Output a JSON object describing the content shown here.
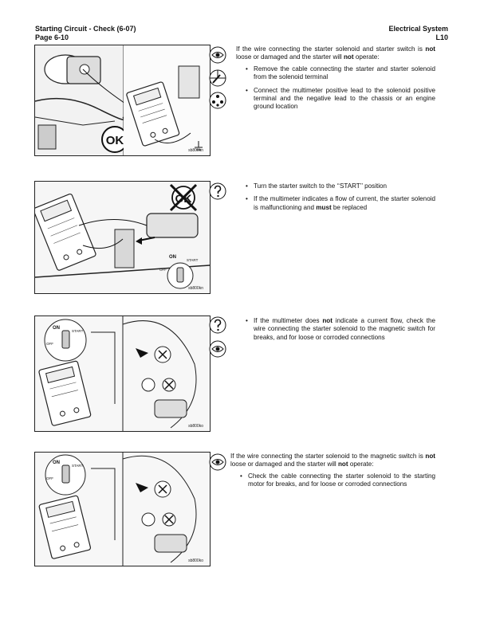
{
  "header": {
    "left_title": "Starting Circuit - Check (6-07)",
    "left_page": "Page 6-10",
    "right_title": "Electrical System",
    "right_code": "L10"
  },
  "icons": {
    "inspect": "eye-icon",
    "remove": "wrench-icon",
    "connect": "multimeter-icon",
    "question": "question-mark-icon"
  },
  "sections": [
    {
      "figure_code": "sb800kn",
      "figure_badge": "OK",
      "intro_parts": [
        "If the wire connecting the starter solenoid and starter switch is ",
        "not",
        " loose or damaged and the starter will ",
        "not",
        " operate:"
      ],
      "bullets": [
        {
          "parts": [
            "Remove the cable connecting the starter and starter solenoid from the solenoid terminal"
          ]
        },
        {
          "parts": [
            "Connect the multimeter positive lead to the solenoid positive terminal and the negative lead to the chassis or an engine ground location"
          ]
        }
      ]
    },
    {
      "figure_code": "sb800kn",
      "figure_badge": "OK",
      "switch_on": "ON",
      "switch_start": "START",
      "switch_off": "OFF",
      "bullets": [
        {
          "parts": [
            "Turn the starter switch to the ‘‘START’’ position"
          ]
        },
        {
          "parts": [
            "If the multimeter indicates a flow of current, the starter solenoid is malfunctioning and ",
            "must",
            " be replaced"
          ]
        }
      ]
    },
    {
      "figure_code": "sb800ko",
      "switch_on": "ON",
      "switch_start": "START",
      "switch_off": "OFF",
      "bullets": [
        {
          "parts": [
            "If the multimeter does ",
            "not",
            " indicate a current flow, check the wire connecting the starter solenoid to the magnetic switch for breaks, and for loose or corroded connections"
          ]
        }
      ]
    },
    {
      "figure_code": "sb800ko",
      "switch_on": "ON",
      "switch_start": "START",
      "switch_off": "OFF",
      "intro_parts": [
        "If the wire connecting the starter solenoid to the magnetic switch is ",
        "not",
        " loose or damaged and the starter will ",
        "not",
        " operate:"
      ],
      "bullets": [
        {
          "parts": [
            "Check the cable connecting the starter solenoid to the starting motor for breaks, and for loose or corroded connections"
          ]
        }
      ]
    }
  ]
}
